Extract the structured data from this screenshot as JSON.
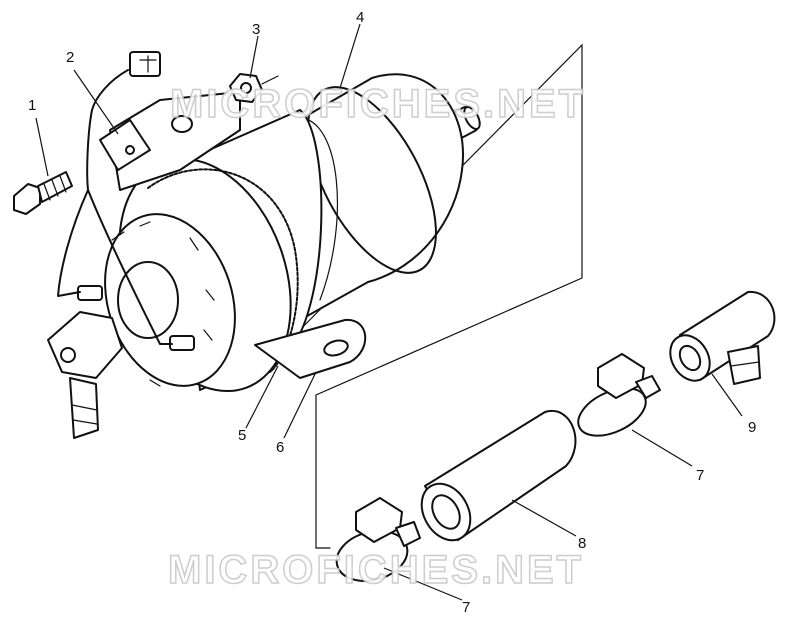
{
  "watermark": {
    "text": "MICROFICHES.NET"
  },
  "callouts": [
    {
      "id": "1",
      "label": "1"
    },
    {
      "id": "2",
      "label": "2"
    },
    {
      "id": "3",
      "label": "3"
    },
    {
      "id": "4",
      "label": "4"
    },
    {
      "id": "5",
      "label": "5"
    },
    {
      "id": "6",
      "label": "6"
    },
    {
      "id": "7a",
      "label": "7"
    },
    {
      "id": "7b",
      "label": "7"
    },
    {
      "id": "8",
      "label": "8"
    },
    {
      "id": "9",
      "label": "9"
    }
  ]
}
